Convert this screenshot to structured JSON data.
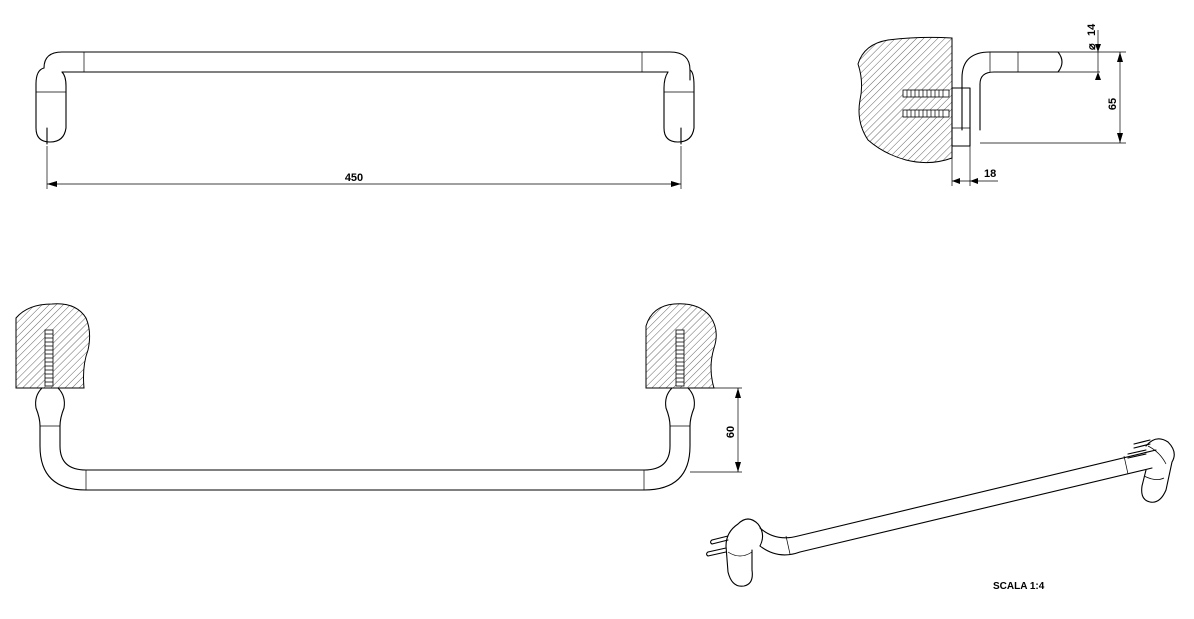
{
  "dimensions": {
    "length": "450",
    "diameter_symbol": "⌀",
    "diameter": "14",
    "projection": "65",
    "wall_offset": "18",
    "drop": "60"
  },
  "scale_label": "SCALA 1:4"
}
